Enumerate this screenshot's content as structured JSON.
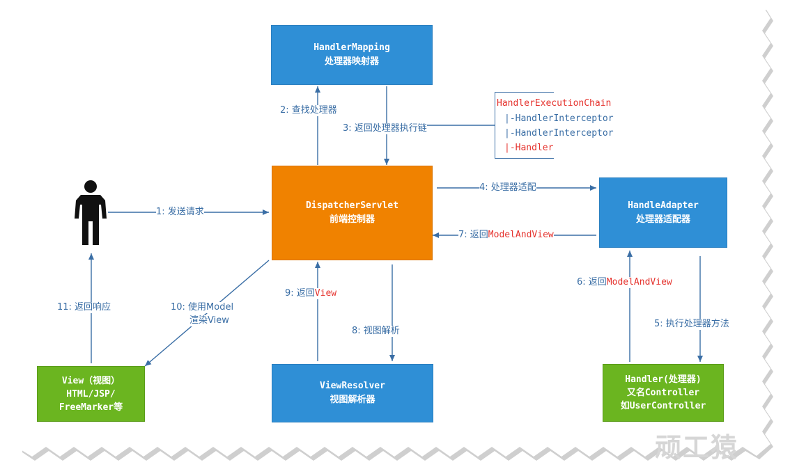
{
  "nodes": {
    "handler_mapping": {
      "line1": "HandlerMapping",
      "line2": "处理器映射器",
      "color": "#2f8fd6"
    },
    "dispatcher": {
      "line1": "DispatcherServlet",
      "line2": "前端控制器",
      "color": "#f08200"
    },
    "handle_adapter": {
      "line1": "HandleAdapter",
      "line2": "处理器适配器",
      "color": "#2f8fd6"
    },
    "view_resolver": {
      "line1": "ViewResolver",
      "line2": "视图解析器",
      "color": "#2f8fd6"
    },
    "view": {
      "line1": "View（视图）",
      "line2": "HTML/JSP/",
      "line3": "FreeMarker等",
      "color": "#6bb520"
    },
    "handler": {
      "line1": "Handler(处理器)",
      "line2": "又名Controller",
      "line3": "如UserController",
      "color": "#6bb520"
    }
  },
  "chain": {
    "title": "HandlerExecutionChain",
    "items": [
      "|-HandlerInterceptor",
      "|-HandlerInterceptor",
      "|-Handler"
    ]
  },
  "edges": {
    "e1": "1: 发送请求",
    "e2": "2: 查找处理器",
    "e3": "3: 返回处理器执行链",
    "e4": "4: 处理器适配",
    "e5": "5: 执行处理器方法",
    "e6_prefix": "6: 返回",
    "e6_code": "ModelAndView",
    "e7_prefix": "7: 返回",
    "e7_code": "ModelAndView",
    "e8": "8: 视图解析",
    "e9_prefix": "9: 返回",
    "e9_code": "View",
    "e10_line1": "10: 使用Model",
    "e10_line2": "渲染View",
    "e11": "11: 返回响应"
  },
  "colors": {
    "edge": "#3a6ea5",
    "code_highlight": "#e5322d",
    "person": "#111111"
  },
  "watermark": "顽工猿"
}
